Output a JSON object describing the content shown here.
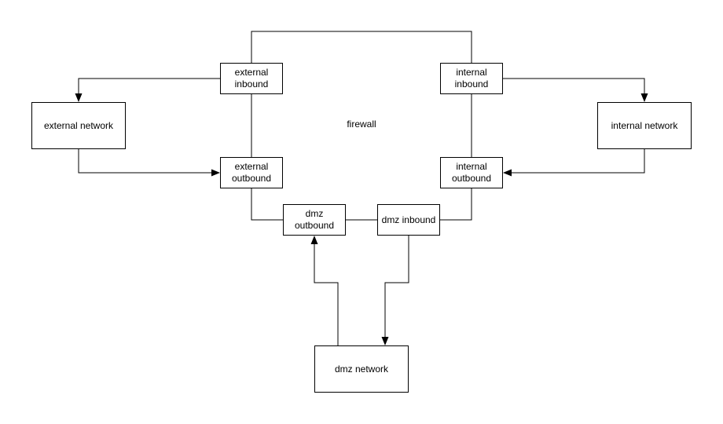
{
  "diagram": {
    "center_label": "firewall",
    "colors": {
      "background": "#ffffff",
      "stroke": "#000000",
      "text": "#000000",
      "node_fill": "#ffffff"
    },
    "nodes": {
      "external_inbound": {
        "label": "external\ninbound"
      },
      "internal_inbound": {
        "label": "internal\ninbound"
      },
      "external_network": {
        "label": "external network"
      },
      "internal_network": {
        "label": "internal network"
      },
      "external_outbound": {
        "label": "external\noutbound"
      },
      "internal_outbound": {
        "label": "internal\noutbound"
      },
      "dmz_outbound": {
        "label": "dmz outbound"
      },
      "dmz_inbound": {
        "label": "dmz inbound"
      },
      "dmz_network": {
        "label": "dmz network"
      }
    },
    "edges": [
      {
        "from": "external inbound",
        "to": "internal inbound",
        "arrow": "none",
        "route": "over the top"
      },
      {
        "from": "external inbound",
        "to": "external network",
        "arrow": "end"
      },
      {
        "from": "external network",
        "to": "external outbound",
        "arrow": "end"
      },
      {
        "from": "external inbound",
        "to": "external outbound",
        "arrow": "none"
      },
      {
        "from": "internal inbound",
        "to": "internal network",
        "arrow": "end"
      },
      {
        "from": "internal network",
        "to": "internal outbound",
        "arrow": "end"
      },
      {
        "from": "internal inbound",
        "to": "internal outbound",
        "arrow": "none"
      },
      {
        "from": "external outbound",
        "to": "dmz outbound",
        "arrow": "none"
      },
      {
        "from": "internal outbound",
        "to": "dmz inbound",
        "arrow": "none"
      },
      {
        "from": "dmz outbound",
        "to": "dmz inbound",
        "arrow": "none"
      },
      {
        "from": "dmz network",
        "to": "dmz outbound",
        "arrow": "end"
      },
      {
        "from": "dmz inbound",
        "to": "dmz network",
        "arrow": "end"
      }
    ]
  }
}
